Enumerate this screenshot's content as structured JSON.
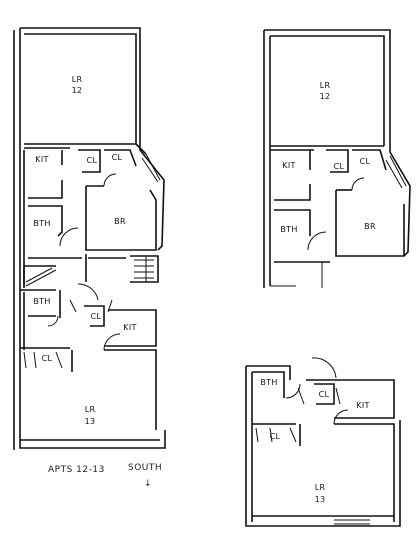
{
  "plans": {
    "combined": {
      "lr12": "LR",
      "lr12_num": "12",
      "kit": "KIT",
      "cl_a": "CL",
      "cl_b": "CL",
      "br": "BR",
      "bth_upper": "BTH",
      "bth_lower": "BTH",
      "cl_c": "CL",
      "kit_lower": "KIT",
      "cl_d": "CL",
      "lr13": "LR",
      "lr13_num": "13"
    },
    "apt12": {
      "lr": "LR",
      "lr_num": "12",
      "kit": "KIT",
      "cl_a": "CL",
      "cl_b": "CL",
      "bth": "BTH",
      "br": "BR"
    },
    "apt13": {
      "bth": "BTH",
      "cl_a": "CL",
      "kit": "KIT",
      "cl_b": "CL",
      "lr": "LR",
      "lr_num": "13"
    }
  },
  "annotation": {
    "caption": "APTS  12-13",
    "direction": "SOUTH",
    "arrow": "↓"
  }
}
